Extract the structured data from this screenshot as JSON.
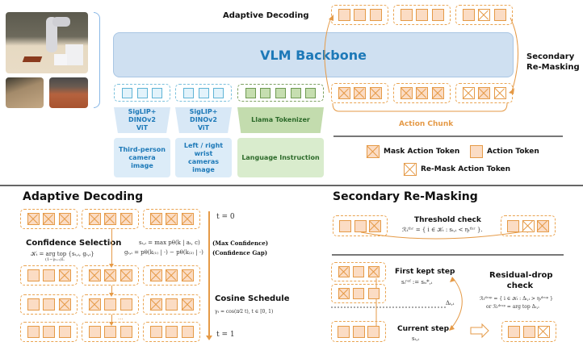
{
  "top": {
    "adaptive_decoding_label": "Adaptive Decoding",
    "backbone_label": "VLM Backbone",
    "secondary_remasking_label": "Secondary\nRe-Masking",
    "secondary_line1": "Secondary",
    "secondary_line2": "Re-Masking",
    "action_chunk_label": "Action Chunk",
    "encoders": [
      {
        "line1": "SigLIP+",
        "line2": "DINOv2",
        "line3": "ViT"
      },
      {
        "line1": "SigLIP+",
        "line2": "DINOv2",
        "line3": "ViT"
      },
      {
        "line1": "Llama Tokenizer"
      }
    ],
    "inputs": [
      {
        "line1": "Third-person",
        "line2": "camera",
        "line3": "image"
      },
      {
        "line1": "Left / right",
        "line2": "wrist",
        "line3": "cameras",
        "line4": "image"
      },
      {
        "line1": "Language Instruction"
      }
    ],
    "output_tokens": [
      [
        "a",
        "a",
        "a"
      ],
      [
        "a",
        "a",
        "a"
      ],
      [
        "a",
        "r",
        "a"
      ]
    ],
    "input_tokens": [
      [
        "m",
        "m",
        "m"
      ],
      [
        "m",
        "m",
        "m"
      ],
      [
        "r",
        "m",
        "r"
      ]
    ],
    "token_counts": {
      "vision_a": 3,
      "vision_b": 3,
      "language": 5
    }
  },
  "legend": {
    "mask": "Mask Action Token",
    "action": "Action Token",
    "remask": "Re-Mask Action Token"
  },
  "adaptive": {
    "title": "Adaptive Decoding",
    "confidence_title": "Confidence Selection",
    "cosine_title": "Cosine Schedule",
    "t0": "t = 0",
    "t1": "t = 1",
    "ellipsis": "...",
    "eq_K": "𝒦ₜ =  arg top  {sₜ,ᵢ, gₜ,ᵢ}",
    "eq_K_sub": "(1−γₜ₊₁)L",
    "eq_max": "sₜ,ᵢ = max pθ(k | aₜ, c)",
    "eq_max_sub": "k",
    "eq_gap": "gₜ,ᵢ = pθ(k₍₁₎ | ·) − pθ(k₍₂₎ | ·)",
    "max_conf_label": "(Max Confidence)",
    "gap_label": "(Confidence Gap)",
    "eq_cos": "γₜ = cos(π⁄2 t),  t ∈ [0, 1)",
    "rows": [
      [
        [
          "m",
          "m",
          "m"
        ],
        [
          "m",
          "m",
          "m"
        ],
        [
          "m",
          "m",
          "m"
        ]
      ],
      [
        [
          "a",
          "a",
          "m"
        ],
        [
          "m",
          "m",
          "m"
        ],
        [
          "m",
          "m",
          "m"
        ]
      ],
      [
        [
          "a",
          "a",
          "m"
        ],
        [
          "m",
          "a",
          "a"
        ],
        [
          "m",
          "a",
          "m"
        ]
      ],
      [
        [
          "a",
          "a",
          "a"
        ],
        [
          "a",
          "a",
          "a"
        ],
        [
          "a",
          "a",
          "a"
        ]
      ]
    ]
  },
  "remasking": {
    "title": "Secondary Re-Masking",
    "threshold_title": "Threshold check",
    "eq_threshold": "ℛₜᵗʰʳ = { i ∈ 𝒦ₜ  :  sₜ,ᵢ < ηₜᵗʰʳ }.",
    "first_kept_title": "First kept step",
    "eq_ref": "sᵢʳᵉᶠ := sₜᵢ*,ᵢ",
    "delta": "Δₜ,ᵢ",
    "current_title": "Current step",
    "eq_current": "sₜ,ᵢ",
    "residual_title_1": "Residual-drop",
    "residual_title_2": "check",
    "eq_drop1": "ℛₜᵈʳᵒᵖ = { i ∈ 𝒦ₜ  :  Δₜ,ᵢ > ηₜᵈʳᵒᵖ }",
    "eq_drop2": "or   ℛₜᵈʳᵒᵖ = arg top Δₜ,ᵢ",
    "eq_drop2_sub": "Qₜ",
    "threshold_left": [
      "a",
      "a",
      "m"
    ],
    "threshold_right": [
      "a",
      "r",
      "m"
    ],
    "first_kept_rows": [
      [
        "m",
        "a",
        "m"
      ],
      [
        "m",
        "a",
        "a"
      ]
    ],
    "current_row": [
      "a",
      "a",
      "a"
    ],
    "result_row": [
      "a",
      "a",
      "r"
    ]
  },
  "colors": {
    "orange": "#e59a47",
    "token_fill": "#fbdcc4",
    "backbone_fill": "#cfe0f1",
    "backbone_text": "#1d79b8",
    "green_fill": "#c3dcae"
  }
}
